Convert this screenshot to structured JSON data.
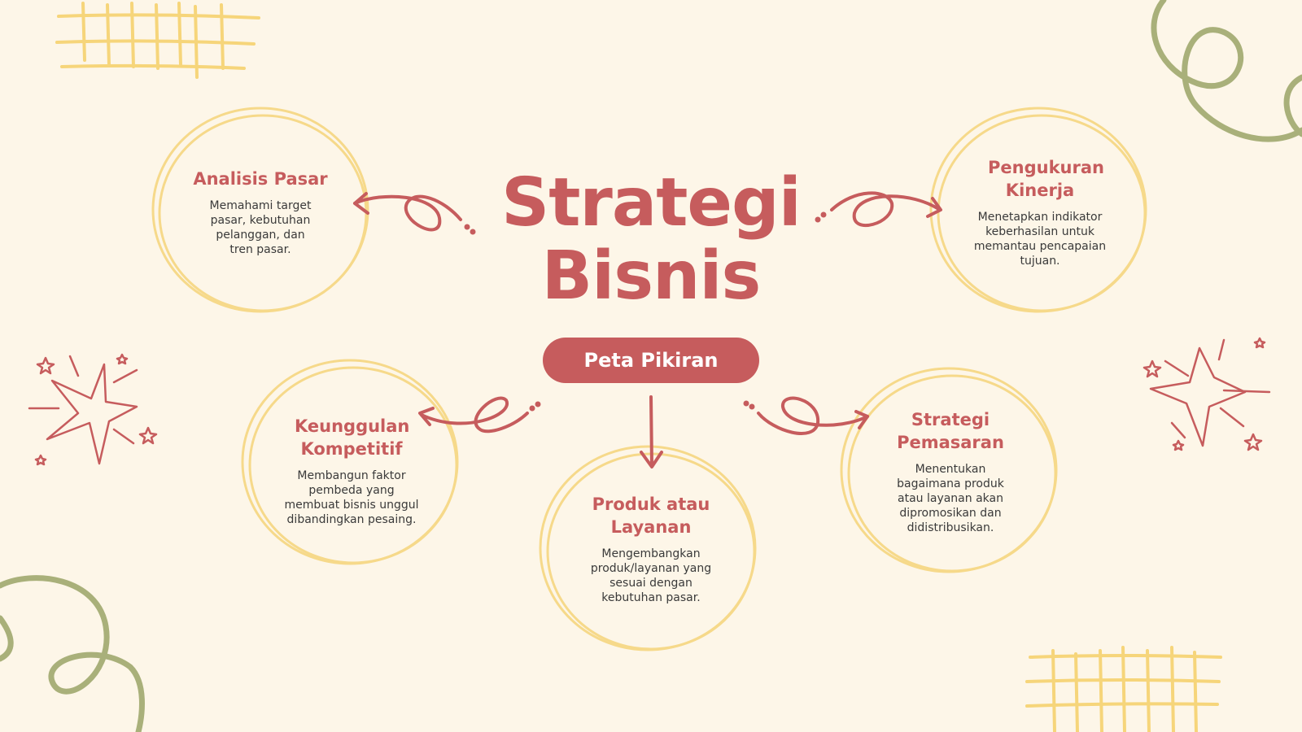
{
  "title_line1": "Strategi",
  "title_line2": "Bisnis",
  "subtitle": "Peta Pikiran",
  "nodes": [
    {
      "title": "Analisis Pasar",
      "desc": "Memahami target pasar, kebutuhan pelanggan, dan tren pasar."
    },
    {
      "title": "Pengukuran Kinerja",
      "desc": "Menetapkan indikator keberhasilan untuk memantau pencapaian tujuan."
    },
    {
      "title": "Keunggulan Kompetitif",
      "desc": "Membangun faktor pembeda yang membuat bisnis unggul dibandingkan pesaing."
    },
    {
      "title": "Produk atau Layanan",
      "desc": "Mengembangkan produk/layanan yang sesuai dengan kebutuhan pasar."
    },
    {
      "title": "Strategi Pemasaran",
      "desc": "Menentukan bagaimana produk atau layanan akan dipromosikan dan didistribusikan."
    }
  ],
  "colors": {
    "background": "#fdf6e8",
    "accent": "#c65c5d",
    "circle": "#f6d98a",
    "grid": "#f6d57a",
    "squiggle": "#a9b07a"
  }
}
